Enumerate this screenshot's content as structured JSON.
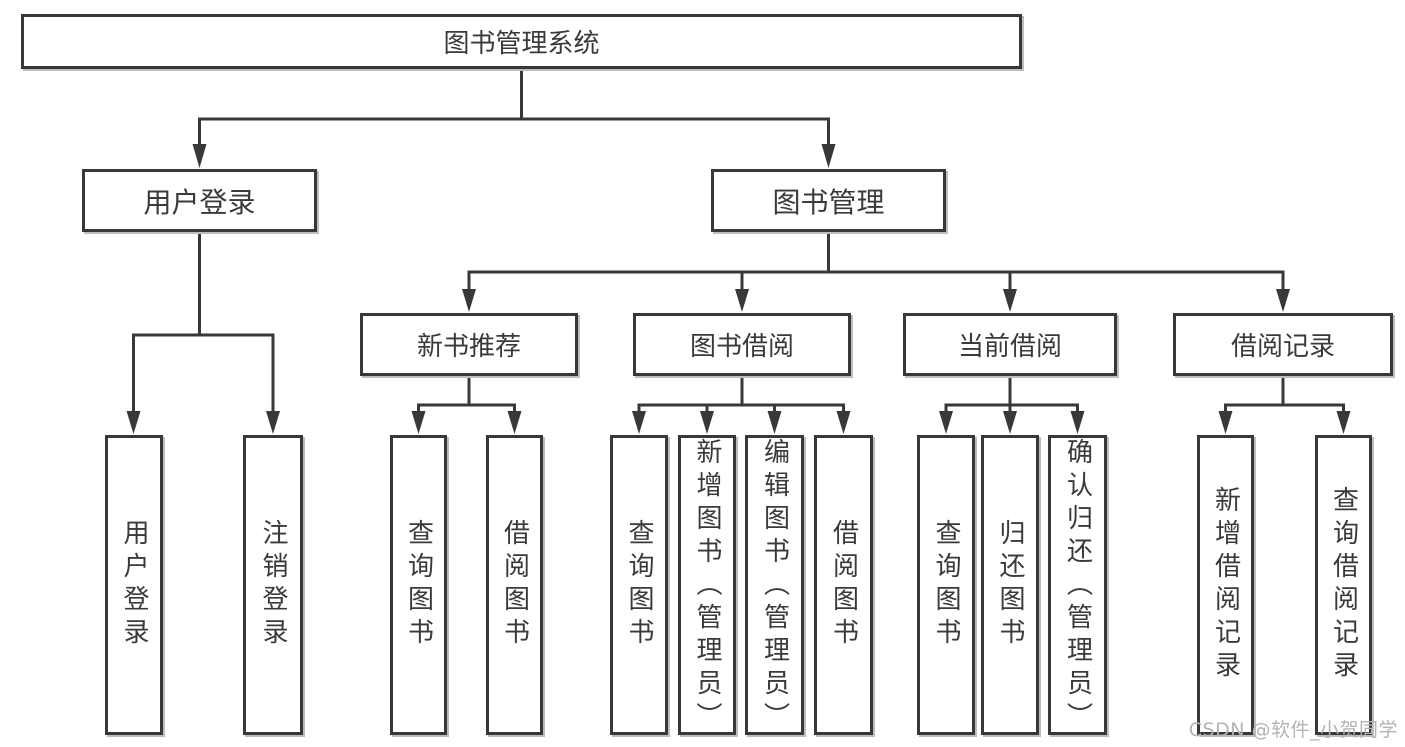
{
  "diagram": {
    "title_node": {
      "label": "图书管理系统"
    },
    "level2": [
      {
        "label": "用户登录"
      },
      {
        "label": "图书管理"
      }
    ],
    "level3": [
      {
        "label": "新书推荐"
      },
      {
        "label": "图书借阅"
      },
      {
        "label": "当前借阅"
      },
      {
        "label": "借阅记录"
      }
    ],
    "leaves": [
      {
        "label": "用户登录"
      },
      {
        "label": "注销登录"
      },
      {
        "label": "查询图书"
      },
      {
        "label": "借阅图书"
      },
      {
        "label": "查询图书"
      },
      {
        "label": "新增图书（管理员）"
      },
      {
        "label": "编辑图书（管理员）"
      },
      {
        "label": "借阅图书"
      },
      {
        "label": "查询图书"
      },
      {
        "label": "归还图书"
      },
      {
        "label": "确认归还（管理员）"
      },
      {
        "label": "新增借阅记录"
      },
      {
        "label": "查询借阅记录"
      }
    ]
  },
  "watermark": {
    "text": "CSDN @软件_小贺同学"
  },
  "colors": {
    "line": "#383838",
    "box_border": "#383838",
    "text": "#3a3a3a",
    "watermark": "#b3b3b3",
    "background": "#ffffff"
  }
}
